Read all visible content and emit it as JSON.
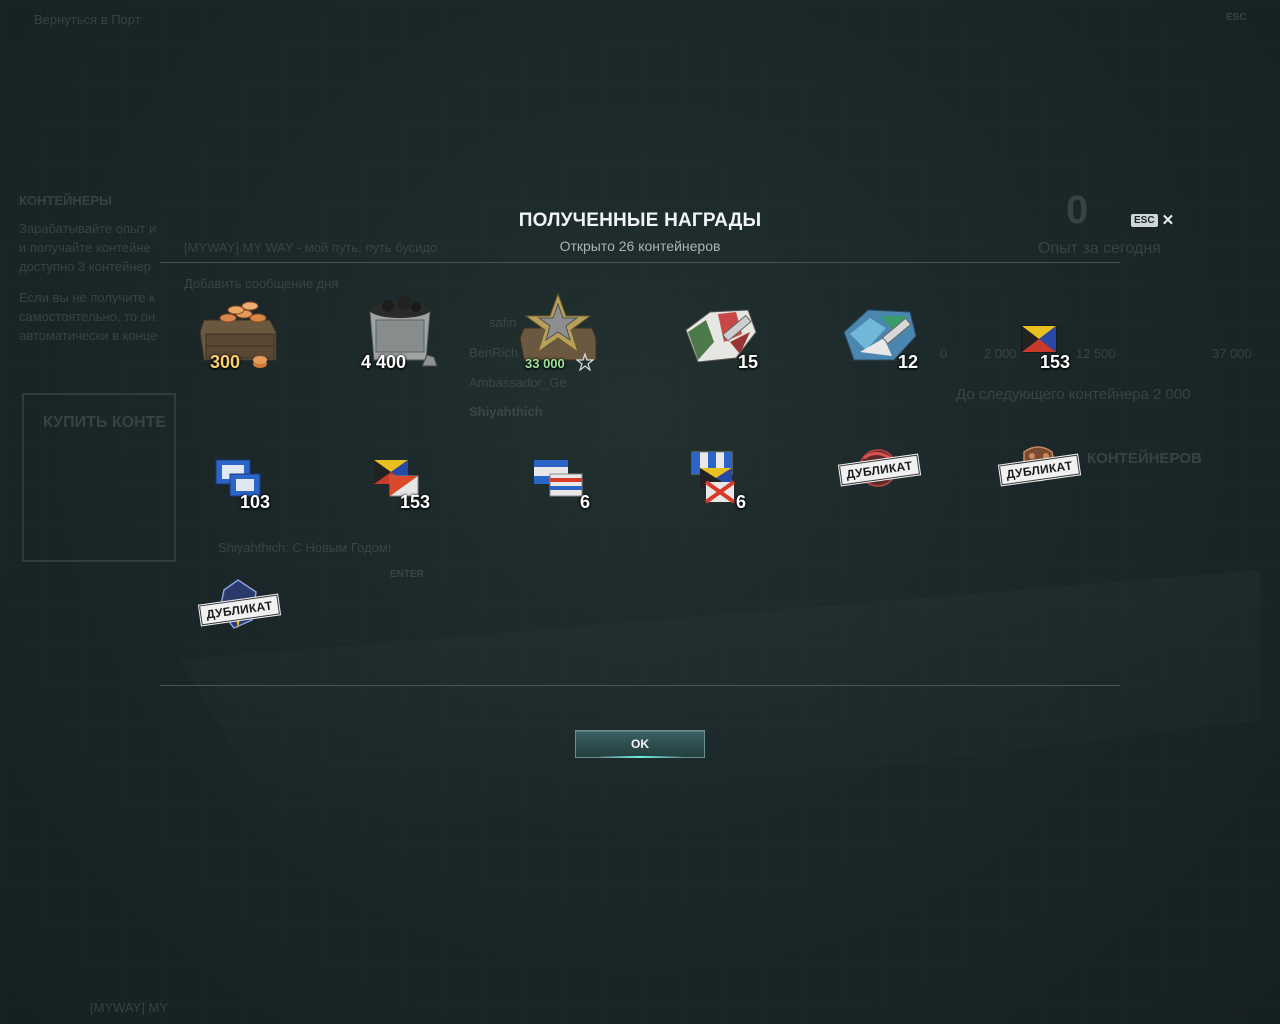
{
  "background": {
    "texts": [
      "Вернуться в Порт",
      "ESC",
      "КОНТЕЙНЕРЫ",
      "Зарабатывайте опыт и",
      "и получайте контейне",
      "доступно 3 контейнер",
      "Если вы не получите к",
      "самостоятельно, то он",
      "автоматически в конце",
      "КУПИТЬ КОНТЕ",
      "[MYWAY] MY WAY - мой путь, путь бусидо",
      "Добавить сообщение дня",
      "safin",
      "BenRich",
      "Ambassador_Ge",
      "Shiyahthich",
      "Shiyahthich: С Новым Годом!",
      "ENTER",
      "0",
      "Опыт за сегодня",
      "0",
      "2 000",
      "12 500",
      "37 000",
      "До следующего контейнера 2 000",
      "КОНТЕЙНЕРОВ",
      "[MYWAY] MY"
    ]
  },
  "modal": {
    "title": "ПОЛУЧЕННЫЕ НАГРАДЫ",
    "subtitle": "Открыто 26 контейнеров",
    "esc_label": "ESC",
    "close_glyph": "✕",
    "ok_label": "OK"
  },
  "rewards": [
    {
      "name": "credits-chest",
      "qty": "300"
    },
    {
      "name": "coal-cart",
      "qty": "4 400"
    },
    {
      "name": "free-xp-chest",
      "qty": "33 000"
    },
    {
      "name": "camouflage-italy",
      "qty": "15"
    },
    {
      "name": "camouflage-blue",
      "qty": "12"
    },
    {
      "name": "signal-flag-zulu",
      "qty": "153"
    },
    {
      "name": "signal-flags-blue",
      "qty": "103"
    },
    {
      "name": "signal-flags-zulu-red",
      "qty": "153"
    },
    {
      "name": "signal-flags-stripes",
      "qty": "6"
    },
    {
      "name": "signal-flags-mixed",
      "qty": "6"
    },
    {
      "name": "patch-red",
      "qty": "ДУБЛИКАТ"
    },
    {
      "name": "patch-bear",
      "qty": "ДУБЛИКАТ"
    },
    {
      "name": "patch-blue",
      "qty": "ДУБЛИКАТ"
    }
  ],
  "colors": {
    "overlay": "#1a2628",
    "gold": "#f7cf6e",
    "green": "#9fe39a",
    "button": "#2c4a4c",
    "accent": "#6ff0e6"
  }
}
